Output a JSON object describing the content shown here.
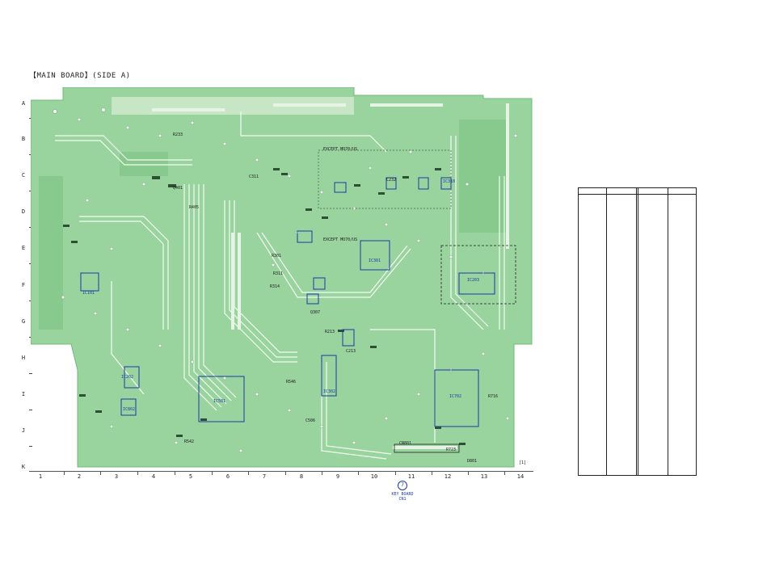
{
  "title": "【MAIN BOARD】(SIDE A)",
  "rows": [
    "A",
    "B",
    "C",
    "D",
    "E",
    "F",
    "G",
    "H",
    "I",
    "J",
    "K"
  ],
  "columns": [
    "1",
    "2",
    "3",
    "4",
    "5",
    "6",
    "7",
    "8",
    "9",
    "10",
    "11",
    "12",
    "13",
    "14"
  ],
  "colors": {
    "board": "#99d39e",
    "board_edge": "#6fbb77",
    "trace": "#f4fbf3",
    "pad": "#e7f3e5",
    "ic_outline": "#1d3aa8",
    "ink": "#222222"
  },
  "components": {
    "ic501": "IC501",
    "ic702": "IC702",
    "ic301": "IC301",
    "ic302": "IC302",
    "ic310": "IC310",
    "ic203": "IC203",
    "ic202": "IC202",
    "ic101": "IC101",
    "ic802": "IC802",
    "q401": "Q401",
    "cn801": "CN801",
    "r233": "R233",
    "r405": "R405",
    "c232": "C232",
    "except": "EXCEPT MO70/US",
    "except2": "EXCEPT MO70/US",
    "r311": "R311",
    "r314": "R314",
    "r301": "R301",
    "c311": "C311",
    "q307": "Q307",
    "r213": "R213",
    "c213": "C213",
    "r542": "R542",
    "r546": "R546",
    "c506": "C506",
    "r723": "R723",
    "r716": "R716",
    "d801": "D801"
  },
  "corner_mark": "[1]",
  "callout": {
    "number": "7",
    "label_line1": "KEY BOARD",
    "label_line2": "CN1"
  }
}
